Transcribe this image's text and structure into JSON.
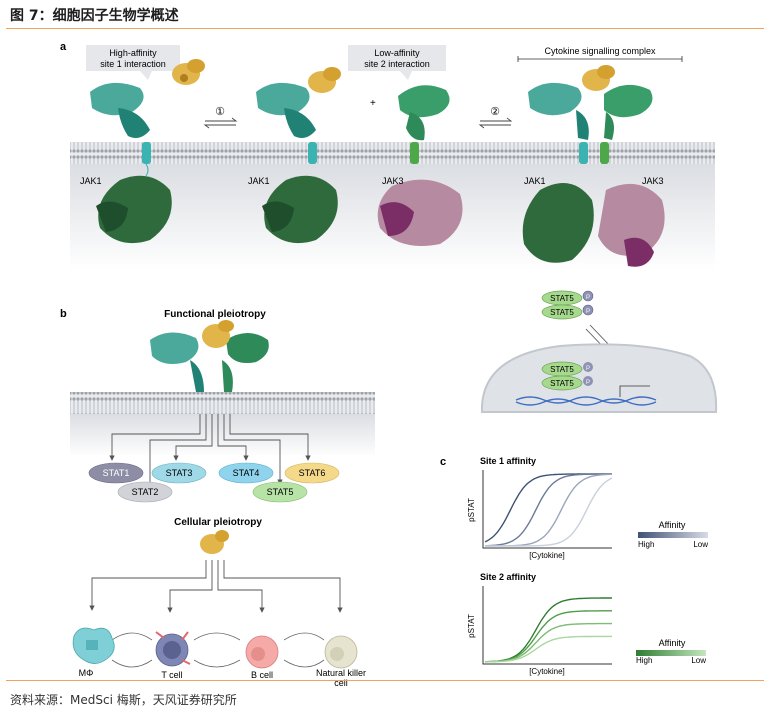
{
  "header": {
    "title": "图 7：细胞因子生物学概述"
  },
  "panel_a": {
    "label": "a",
    "callout1": [
      "High-affinity",
      "site 1 interaction"
    ],
    "callout2": [
      "Low-affinity",
      "site 2 interaction"
    ],
    "complex_label": "Cytokine signalling complex",
    "step1": "①",
    "step2": "②",
    "plus": "+",
    "jak_labels": [
      "JAK1",
      "JAK1",
      "JAK3",
      "JAK1",
      "JAK3"
    ],
    "stat5": "STAT5",
    "phospho": "P"
  },
  "panel_b": {
    "label": "b",
    "functional_title": "Functional pleiotropy",
    "stats": [
      "STAT1",
      "STAT3",
      "STAT4",
      "STAT6",
      "STAT2",
      "STAT5"
    ],
    "cellular_title": "Cellular pleiotropy",
    "cells": [
      "MΦ",
      "T cell",
      "B cell",
      "Natural killer",
      "cell"
    ]
  },
  "panel_c": {
    "label": "c",
    "chart_data": [
      {
        "type": "line",
        "title": "Site 1 affinity",
        "xlabel": "[Cytokine]",
        "ylabel": "pSTAT",
        "legend": {
          "title": "Affinity",
          "low_end": "High",
          "high_end": "Low",
          "colors": [
            "#3f5273",
            "#c9cfdc"
          ]
        },
        "series_colors": [
          "#3f5273",
          "#6b7a96",
          "#9aa5ba",
          "#c9cfdc"
        ],
        "midpoints": [
          0.2,
          0.4,
          0.6,
          0.8
        ],
        "plateaus": [
          1.0,
          1.0,
          1.0,
          1.0
        ]
      },
      {
        "type": "line",
        "title": "Site 2 affinity",
        "xlabel": "[Cytokine]",
        "ylabel": "pSTAT",
        "legend": {
          "title": "Affinity",
          "low_end": "High",
          "high_end": "Low",
          "colors": [
            "#2e7d32",
            "#b5dcae"
          ]
        },
        "series_colors": [
          "#2e7d32",
          "#4f9d4a",
          "#7dbc71",
          "#a9d79f"
        ],
        "midpoints": [
          0.4,
          0.4,
          0.4,
          0.4
        ],
        "plateaus": [
          1.0,
          0.8,
          0.6,
          0.4
        ]
      }
    ]
  },
  "footer": {
    "source": "资料来源：MedSci 梅斯，天风证券研究所"
  }
}
